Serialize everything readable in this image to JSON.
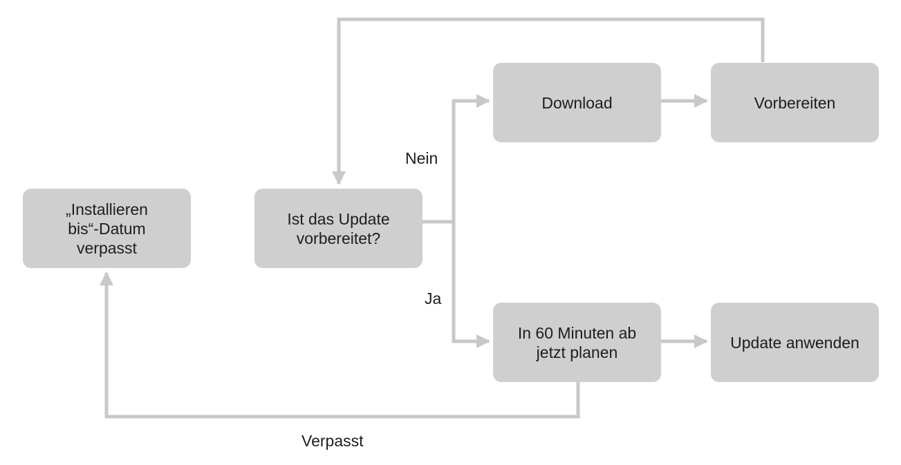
{
  "nodes": {
    "missed_deadline": "„Installieren\nbis“-Datum\nverpasst",
    "is_prepared": "Ist das Update\nvorbereitet?",
    "download": "Download",
    "prepare": "Vorbereiten",
    "schedule": "In 60 Minuten ab\njetzt planen",
    "apply": "Update anwenden"
  },
  "edges": {
    "no_label": "Nein",
    "yes_label": "Ja",
    "missed_label": "Verpasst"
  },
  "colors": {
    "node_fill": "#cfcfcf",
    "connector": "#c8c8c8",
    "text": "#1d1d1f"
  }
}
